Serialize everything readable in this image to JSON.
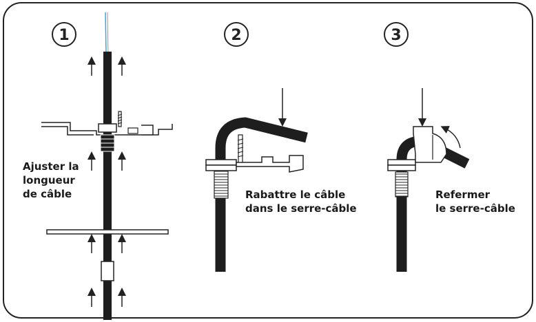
{
  "steps": [
    {
      "number": "1",
      "caption_lines": [
        "Ajuster la",
        "longueur",
        "de câble"
      ]
    },
    {
      "number": "2",
      "caption_lines": [
        "Rabattre le câble",
        "dans le serre-câble"
      ]
    },
    {
      "number": "3",
      "caption_lines": [
        "Refermer",
        "le serre-câble"
      ]
    }
  ],
  "colors": {
    "cable": "#1e1e1e",
    "frame": "#222222",
    "wire_blue": "#3aa6e0",
    "metal": "#ffffff"
  }
}
